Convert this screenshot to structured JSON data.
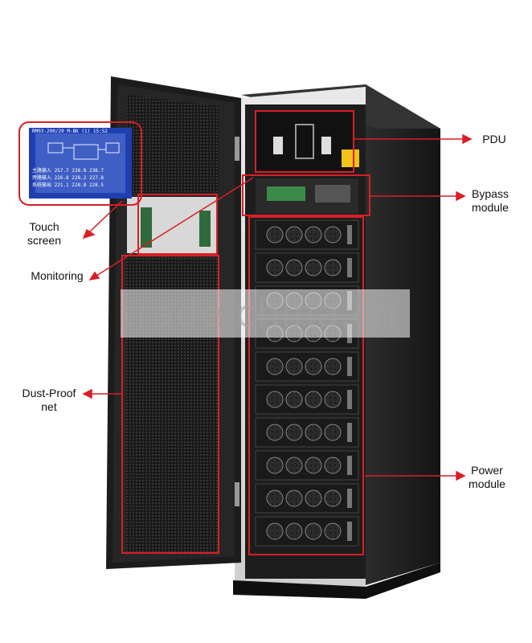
{
  "image": {
    "description_colors": {
      "cabinet": "#1b1b1b",
      "door": "#1e1e1e",
      "mesh": "#2a2a2a",
      "highlight": "#d81f26",
      "screen": "#1d3fb2"
    }
  },
  "labels": {
    "pdu": "PDU",
    "bypass_line1": "Bypass",
    "bypass_line2": "module",
    "touch_line1": "Touch",
    "touch_line2": "screen",
    "monitoring": "Monitoring",
    "dust_line1": "Dust-Proof",
    "dust_line2": "net",
    "power_line1": "Power",
    "power_line2": "module"
  },
  "screen": {
    "header": "RM03-200/20  M-BK (1)   15:52",
    "rows": [
      [
        "主路输入",
        "257.7",
        "238.8",
        "238.7"
      ],
      [
        "旁路输入",
        "226.8",
        "228.2",
        "227.8"
      ],
      [
        "系统输出",
        "221.1",
        "228.8",
        "228.5"
      ]
    ]
  },
  "watermark": "trade.china.cn"
}
